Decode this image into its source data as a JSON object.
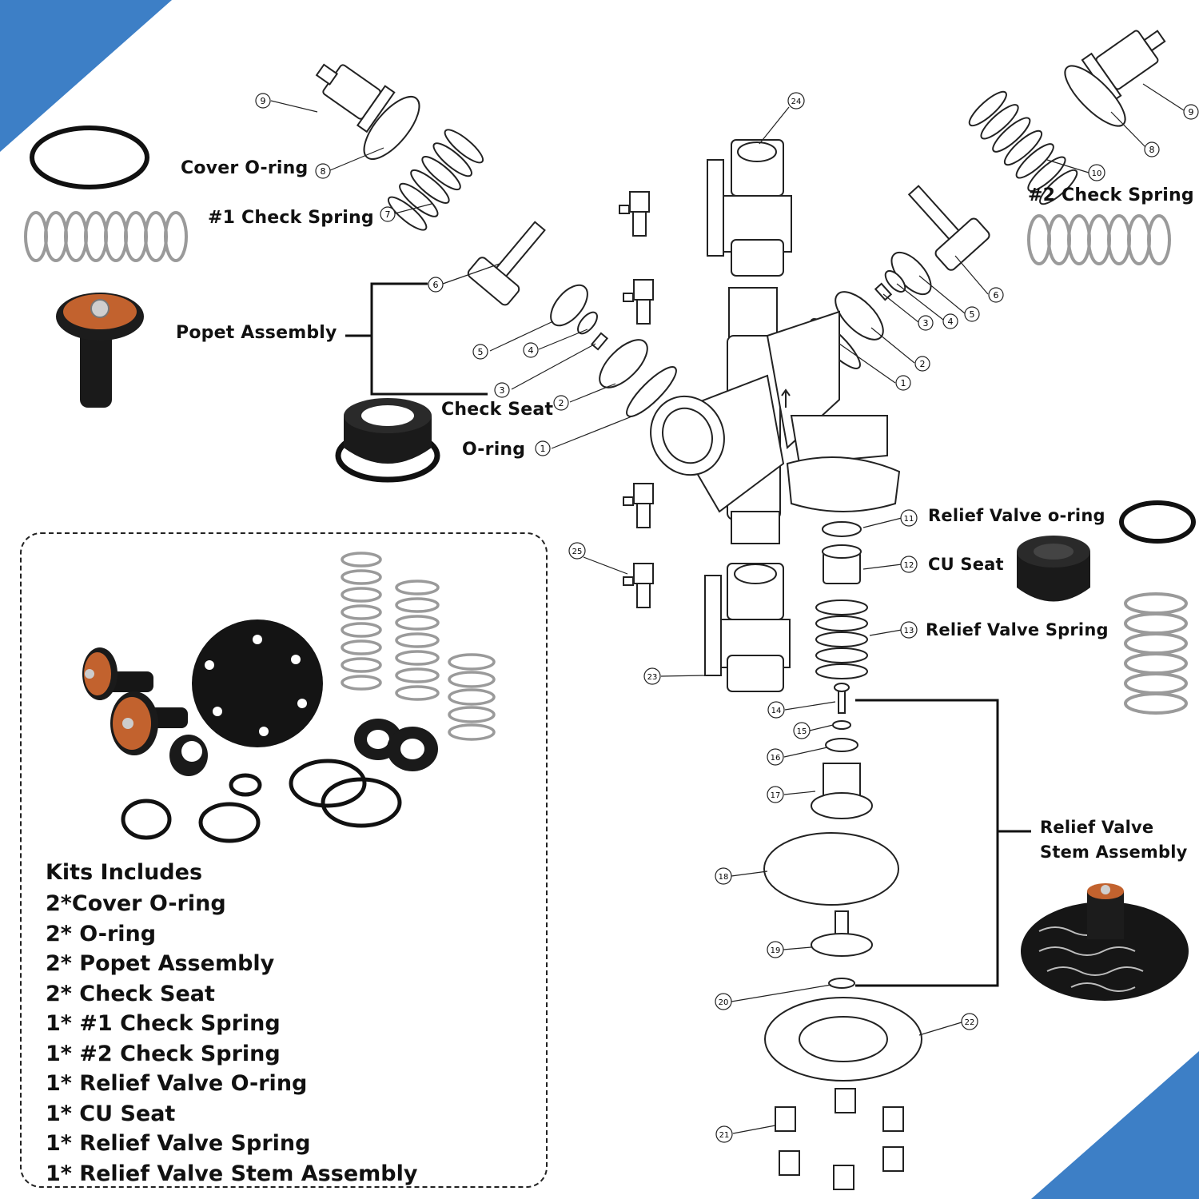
{
  "labels": {
    "cover_oring": "Cover O-ring",
    "check_spring_1": "#1 Check Spring",
    "check_spring_2": "#2 Check Spring",
    "popet_assembly": "Popet Assembly",
    "check_seat": "Check Seat",
    "oring": "O-ring",
    "relief_valve_oring": "Relief Valve o-ring",
    "cu_seat": "CU Seat",
    "relief_valve_spring": "Relief Valve Spring",
    "relief_valve_stem_assembly": "Relief Valve Stem Assembly"
  },
  "part_numbers": [
    "1",
    "2",
    "3",
    "4",
    "5",
    "6",
    "7",
    "8",
    "9",
    "10",
    "11",
    "12",
    "13",
    "14",
    "15",
    "16",
    "17",
    "18",
    "19",
    "20",
    "21",
    "22",
    "23",
    "24",
    "25"
  ],
  "kit": {
    "title": "Kits Includes",
    "items": [
      "2*Cover O-ring",
      "2* O-ring",
      "2* Popet Assembly",
      "2* Check Seat",
      "1* #1 Check Spring",
      "1* #2 Check Spring",
      "1* Relief Valve O-ring",
      "1* CU Seat",
      "1* Relief Valve Spring",
      "1* Relief Valve Stem Assembly"
    ]
  },
  "colors": {
    "accent_corner": "#3d7fc6",
    "rubber": "#151515",
    "orange_seal": "#c2622e",
    "metal": "#b9b9b9"
  }
}
